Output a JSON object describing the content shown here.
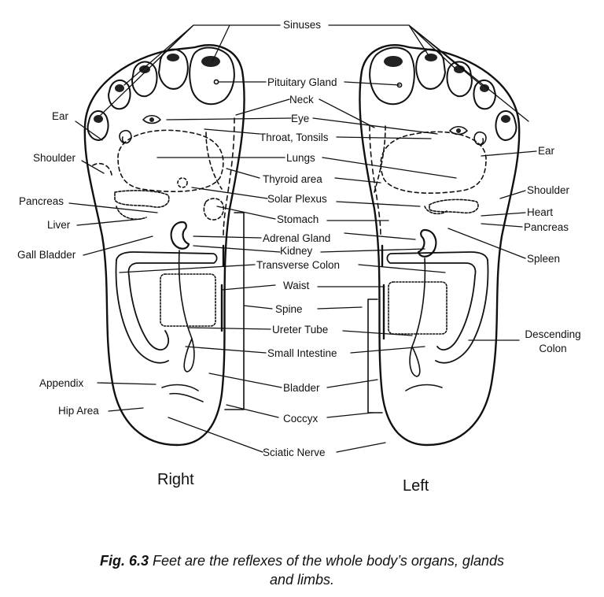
{
  "labels": {
    "sinuses": "Sinuses",
    "pituitary": "Pituitary Gland",
    "neck": "Neck",
    "eye": "Eye",
    "throat": "Throat, Tonsils",
    "lungs": "Lungs",
    "thyroid": "Thyroid area",
    "solar": "Solar Plexus",
    "stomach": "Stomach",
    "adrenal": "Adrenal Gland",
    "kidney": "Kidney",
    "transverse": "Transverse Colon",
    "waist": "Waist",
    "spine": "Spine",
    "ureter": "Ureter Tube",
    "small_intestine": "Small Intestine",
    "bladder": "Bladder",
    "coccyx": "Coccyx",
    "sciatic": "Sciatic Nerve",
    "ear_right": "Ear",
    "shoulder_right": "Shoulder",
    "pancreas_right": "Pancreas",
    "liver": "Liver",
    "gall_bladder": "Gall Bladder",
    "appendix": "Appendix",
    "hip": "Hip Area",
    "ear_left": "Ear",
    "shoulder_left": "Shoulder",
    "heart": "Heart",
    "pancreas_left": "Pancreas",
    "spleen": "Spleen",
    "descending_line1": "Descending",
    "descending_line2": "Colon"
  },
  "sides": {
    "right": "Right",
    "left": "Left"
  },
  "caption": {
    "bold": "Fig. 6.3",
    "text": " Feet are the reflexes of the whole body’s organs, glands",
    "line2": "and limbs."
  }
}
